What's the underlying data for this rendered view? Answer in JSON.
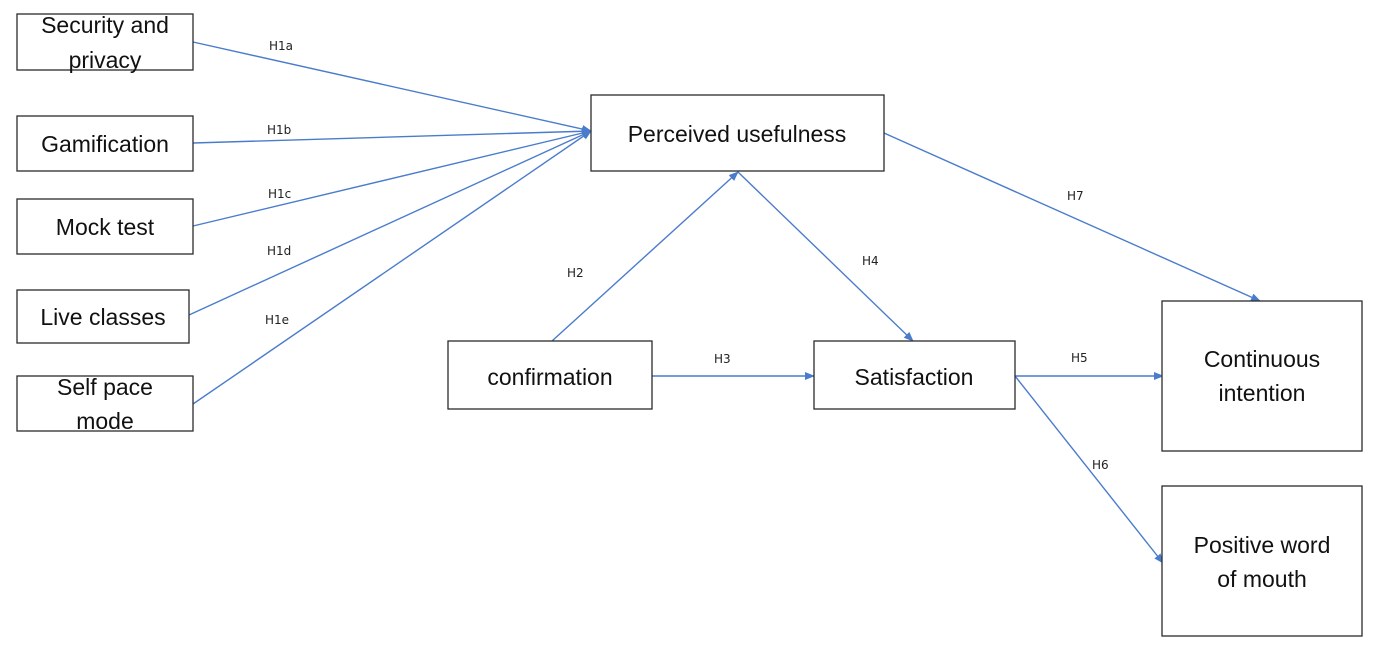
{
  "colors": {
    "edge": "#4a7ccc",
    "box_border": "#2b2b2b",
    "text": "#111111",
    "background": "#ffffff"
  },
  "nodes": {
    "security_privacy": {
      "line1": "Security and",
      "line2": "privacy"
    },
    "gamification": {
      "line1": "Gamification"
    },
    "mock_test": {
      "line1": "Mock test"
    },
    "live_classes": {
      "line1": "Live classes"
    },
    "self_pace_mode": {
      "line1": "Self pace",
      "line2": "mode"
    },
    "perceived_usefulness": {
      "line1": "Perceived usefulness"
    },
    "confirmation": {
      "line1": "confirmation"
    },
    "satisfaction": {
      "line1": "Satisfaction"
    },
    "continuous_intention": {
      "line1": "Continuous",
      "line2": "intention"
    },
    "positive_wom": {
      "line1": "Positive word",
      "line2": "of mouth"
    }
  },
  "edges": [
    {
      "id": "h1a",
      "label": "H1a",
      "from": "Security and privacy",
      "to": "Perceived usefulness"
    },
    {
      "id": "h1b",
      "label": "H1b",
      "from": "Gamification",
      "to": "Perceived usefulness"
    },
    {
      "id": "h1c",
      "label": "H1c",
      "from": "Mock test",
      "to": "Perceived usefulness"
    },
    {
      "id": "h1d",
      "label": "H1d",
      "from": "Live classes",
      "to": "Perceived usefulness"
    },
    {
      "id": "h1e",
      "label": "H1e",
      "from": "Self pace mode",
      "to": "Perceived usefulness"
    },
    {
      "id": "h2",
      "label": "H2",
      "from": "confirmation",
      "to": "Perceived usefulness"
    },
    {
      "id": "h3",
      "label": "H3",
      "from": "confirmation",
      "to": "Satisfaction"
    },
    {
      "id": "h4",
      "label": "H4",
      "from": "Perceived usefulness",
      "to": "Satisfaction"
    },
    {
      "id": "h5",
      "label": "H5",
      "from": "Satisfaction",
      "to": "Continuous intention"
    },
    {
      "id": "h6",
      "label": "H6",
      "from": "Satisfaction",
      "to": "Positive word of mouth"
    },
    {
      "id": "h7",
      "label": "H7",
      "from": "Perceived usefulness",
      "to": "Continuous intention"
    }
  ]
}
